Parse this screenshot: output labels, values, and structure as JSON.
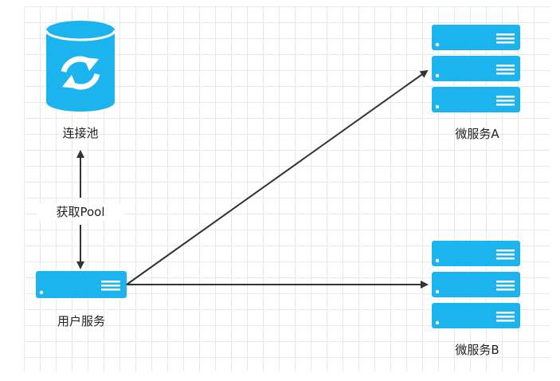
{
  "nodes": {
    "pool": {
      "label": "连接池",
      "icon": "database-sync-icon"
    },
    "user_service": {
      "label": "用户服务",
      "icon": "server-icon"
    },
    "service_a": {
      "label": "微服务A",
      "icon": "server-stack-icon"
    },
    "service_b": {
      "label": "微服务B",
      "icon": "server-stack-icon"
    }
  },
  "edges": {
    "pool_user": {
      "label": "获取Pool"
    }
  },
  "colors": {
    "node_fill": "#1BB4EE",
    "node_stripe": "#ffffff",
    "arrow": "#333333",
    "grid": "#e9e9e9"
  }
}
